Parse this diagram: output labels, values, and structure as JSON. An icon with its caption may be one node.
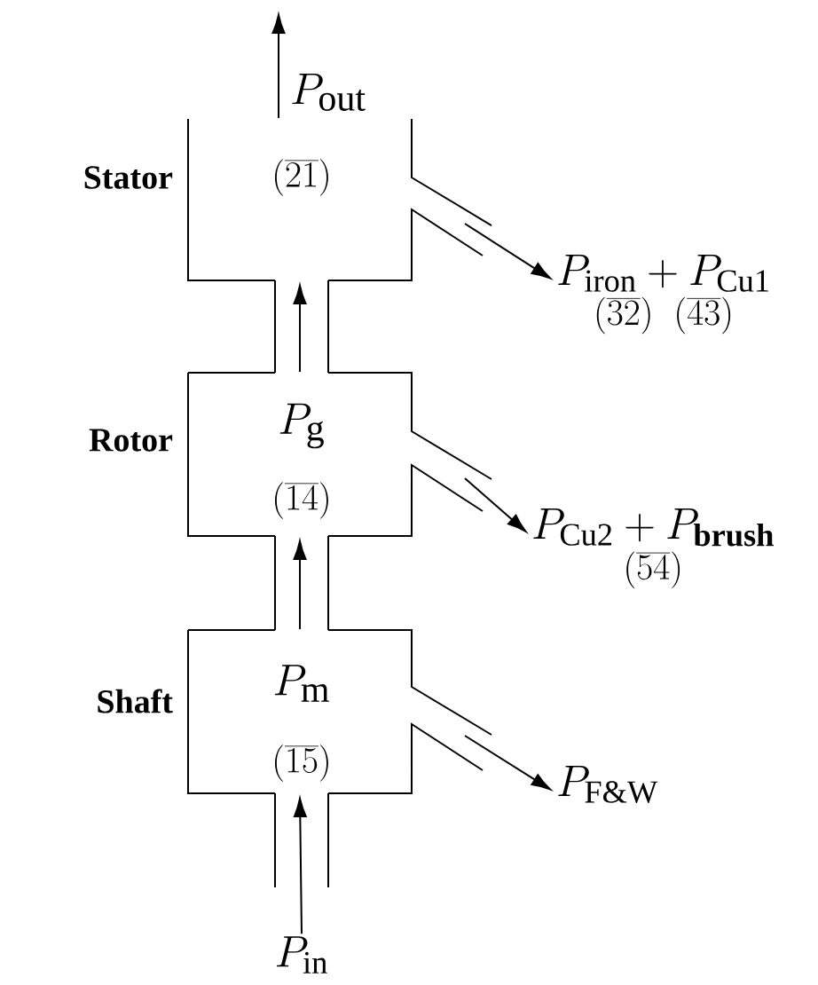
{
  "diagram": {
    "nodes": [
      {
        "text": [
          "P_{\\mathrm{out}}",
          "(\\overline{21})"
        ],
        "beside": [
          "Stator"
        ]
      },
      {
        "text": [
          "P_{\\mathrm{g}}",
          "(\\overline{14})"
        ],
        "beside": [
          "Rotor"
        ]
      },
      {
        "text": [
          "P_{\\mathrm{m}}",
          "(\\overline{15})"
        ],
        "beside": [
          "Shaft"
        ]
      },
      {
        "text": [
          "P_{\\mathrm{in}}"
        ]
      },
      {
        "text": [
          "P_{\\mathrm{iron}} + P_{\\mathrm{Cu1}}",
          "(\\overline{32})\\;\\;(\\overline{43})"
        ]
      },
      {
        "text": [
          "P_{\\mathrm{Cu2}}+P_{\\mathbf{brush}}",
          "(\\overline{54})"
        ]
      },
      {
        "text": [
          "P_{\\mathrm{F\\&W}}"
        ]
      }
    ],
    "edges": [
      {
        "from": 3,
        "to": 2,
        "arrow": "to"
      },
      {
        "from": 2,
        "to": 1,
        "arrow": "to"
      },
      {
        "from": 1,
        "to": 0,
        "arrow": "to"
      },
      {
        "from": 0,
        "to": null,
        "arrow": "to"
      },
      {
        "from": 0,
        "to": 4,
        "arrow": "to"
      },
      {
        "from": 1,
        "to": 5,
        "arrow": "to"
      },
      {
        "from": 2,
        "to": 6,
        "arrow": "to"
      }
    ]
  }
}
